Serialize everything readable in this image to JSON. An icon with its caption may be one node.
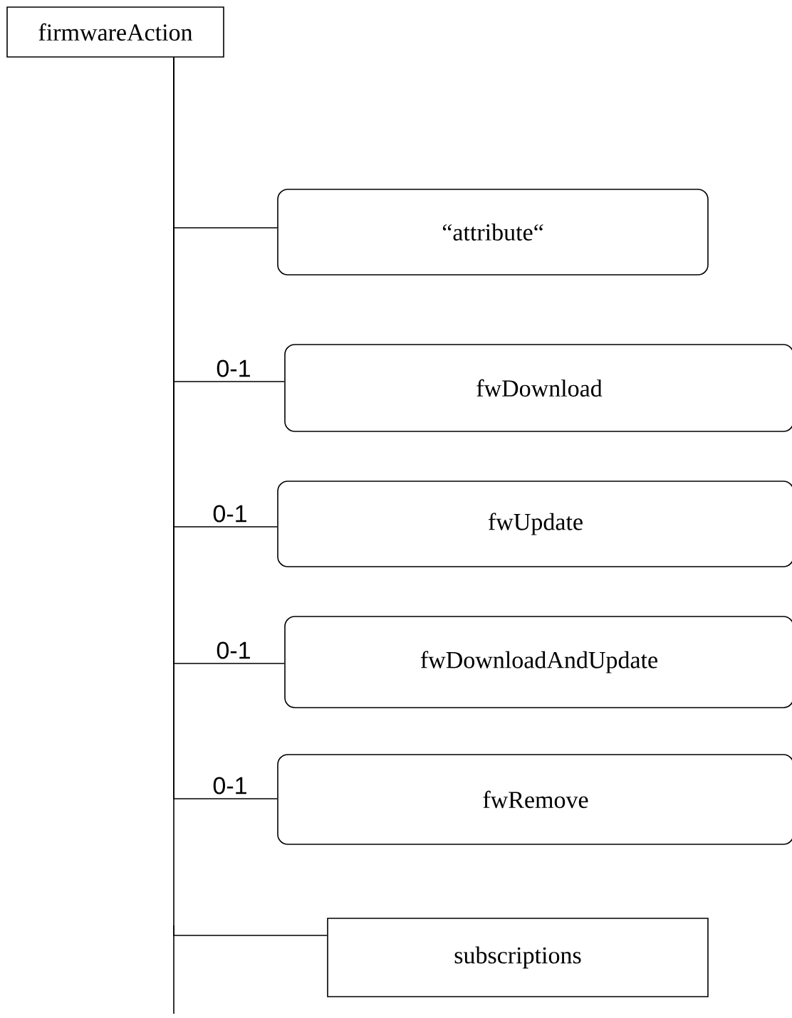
{
  "diagram": {
    "nodes": [
      {
        "text": [
          "firmwareAction"
        ]
      },
      {
        "text": [
          "“attribute“"
        ]
      },
      {
        "text": [
          "fwDownload"
        ]
      },
      {
        "text": [
          "fwUpdate"
        ]
      },
      {
        "text": [
          "fwDownloadAndUpdate"
        ]
      },
      {
        "text": [
          "fwRemove"
        ]
      },
      {
        "text": [
          "subscriptions"
        ]
      }
    ],
    "edges": [
      {
        "from": 0,
        "to": 1,
        "arrow": "none"
      },
      {
        "from": 0,
        "to": 2,
        "arrow": "none",
        "label": "0-1"
      },
      {
        "from": 0,
        "to": 3,
        "arrow": "none",
        "label": "0-1"
      },
      {
        "from": 0,
        "to": 4,
        "arrow": "none",
        "label": "0-1"
      },
      {
        "from": 0,
        "to": 5,
        "arrow": "none",
        "label": "0-1"
      },
      {
        "from": 0,
        "to": 6,
        "arrow": "none"
      }
    ]
  }
}
